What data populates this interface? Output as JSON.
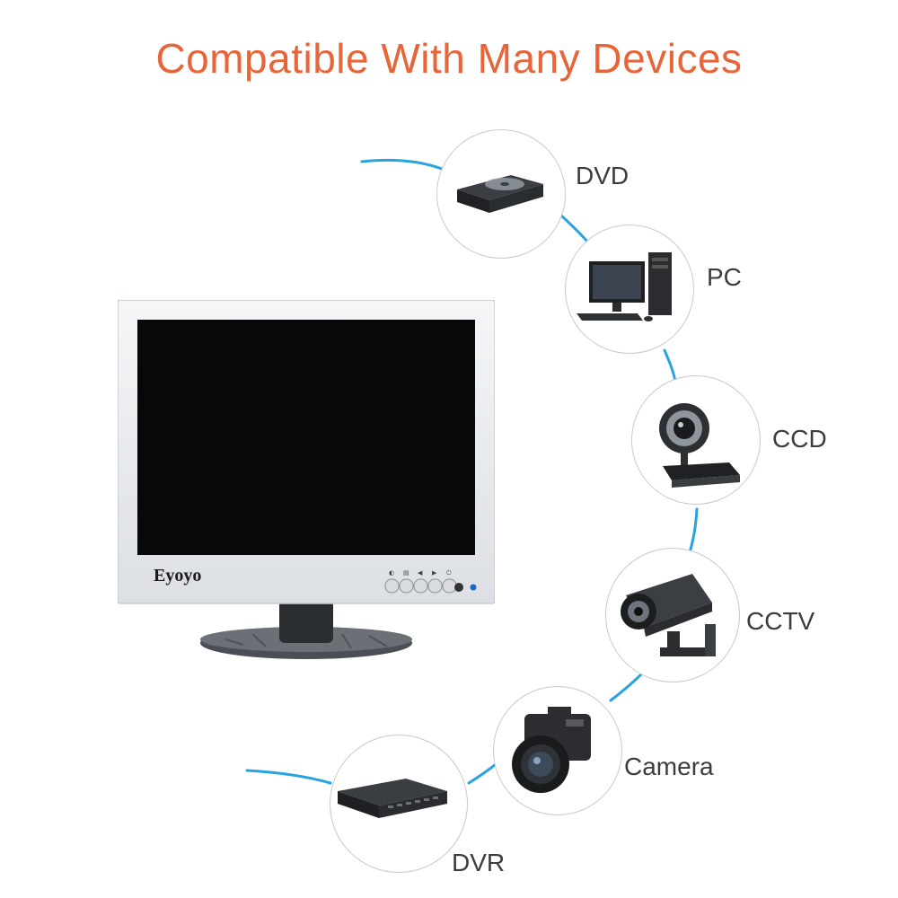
{
  "header": {
    "title": "Compatible With Many Devices"
  },
  "monitor": {
    "brand": "Eyoyo"
  },
  "devices": [
    {
      "label": "DVD",
      "icon": "dvd-drive-icon"
    },
    {
      "label": "PC",
      "icon": "desktop-pc-icon"
    },
    {
      "label": "CCD",
      "icon": "webcam-icon"
    },
    {
      "label": "CCTV",
      "icon": "cctv-camera-icon"
    },
    {
      "label": "Camera",
      "icon": "dslr-camera-icon"
    },
    {
      "label": "DVR",
      "icon": "dvr-recorder-icon"
    }
  ],
  "colors": {
    "title": "#e8653a",
    "connector": "#29a3e0",
    "bezel": "#e9ecef"
  }
}
